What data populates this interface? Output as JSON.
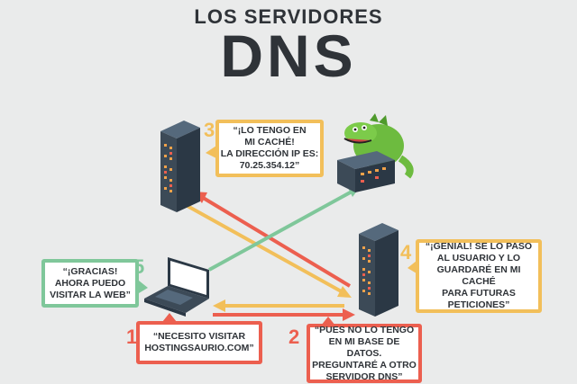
{
  "heading": {
    "line1": "LOS SERVIDORES",
    "line2": "DNS"
  },
  "colors": {
    "red": "#ec5f4f",
    "orange": "#f2bf5a",
    "green": "#7fc79a",
    "dark": "#2f3338"
  },
  "steps": [
    {
      "number": "1",
      "text": "“NECESITO VISITAR\nHOSTINGSAURIO.COM”",
      "color": "#ec5f4f"
    },
    {
      "number": "2",
      "text": "“PUES NO LO TENGO\nEN MI BASE DE DATOS.\nPREGUNTARÉ A OTRO\nSERVIDOR DNS”",
      "color": "#ec5f4f"
    },
    {
      "number": "3",
      "text": "“¡LO TENGO EN\nMI CACHÉ!\nLA DIRECCIÓN IP ES:\n70.25.354.12”",
      "color": "#f2bf5a"
    },
    {
      "number": "4",
      "text": "“¡GENIAL! SE LO PASO\nAL USUARIO Y LO\nGUARDARÉ EN MI CACHÉ\nPARA FUTURAS\nPETICIONES”",
      "color": "#f2bf5a"
    },
    {
      "number": "5",
      "text": "“¡GRACIAS!\nAHORA PUEDO\nVISITAR LA WEB”",
      "color": "#7fc79a"
    }
  ],
  "icons": {
    "laptop": "laptop-icon",
    "server_top": "server-tower-icon",
    "server_right": "server-tower-icon",
    "server_rack": "server-rack-icon",
    "dinosaur": "dinosaur-mascot-icon"
  }
}
